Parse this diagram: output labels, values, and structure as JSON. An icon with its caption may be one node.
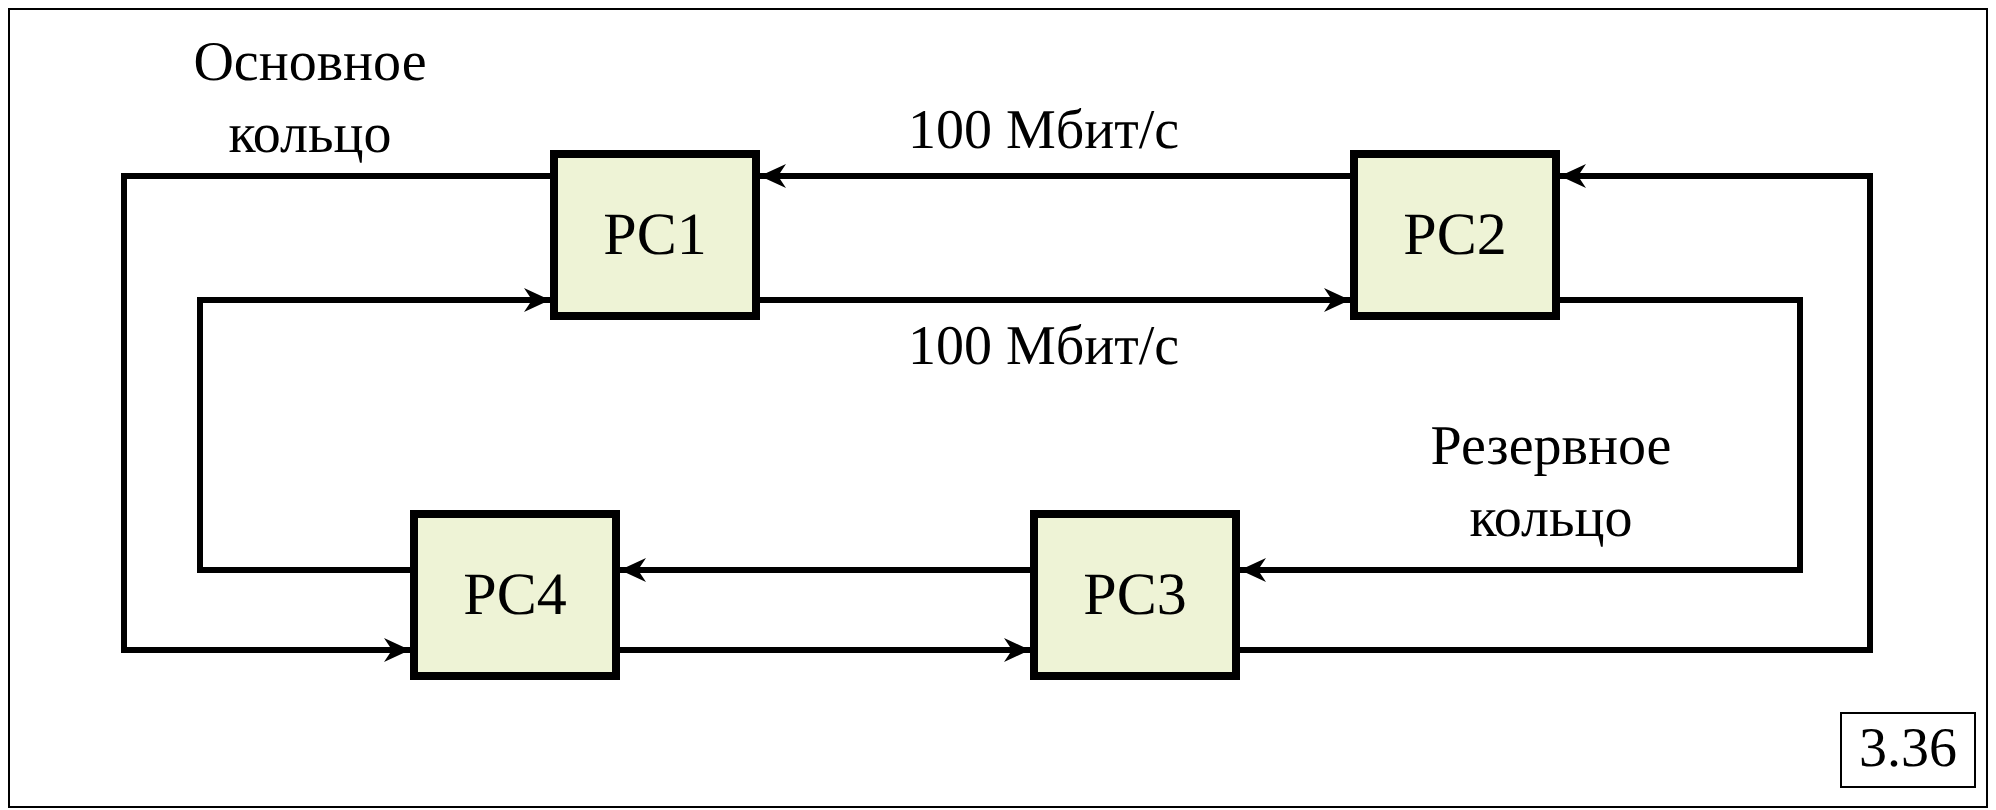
{
  "diagram": {
    "nodes": [
      {
        "text": [
          "PC1"
        ]
      },
      {
        "text": [
          "PC2"
        ]
      },
      {
        "text": [
          "PC3"
        ]
      },
      {
        "text": [
          "PC4"
        ]
      }
    ],
    "edges": [
      {
        "from": 1,
        "to": 0,
        "arrow": "to",
        "label": "100 Мбит/с"
      },
      {
        "from": 0,
        "to": 3,
        "arrow": "to"
      },
      {
        "from": 3,
        "to": 2,
        "arrow": "to"
      },
      {
        "from": 2,
        "to": 1,
        "arrow": "to"
      },
      {
        "from": 0,
        "to": 1,
        "arrow": "to",
        "label": "100 Мбит/с"
      },
      {
        "from": 1,
        "to": 2,
        "arrow": "to"
      },
      {
        "from": 2,
        "to": 3,
        "arrow": "to"
      },
      {
        "from": 3,
        "to": 0,
        "arrow": "to"
      }
    ],
    "labels": [
      "Основное кольцо",
      "Резервное кольцо",
      "3.36"
    ]
  }
}
